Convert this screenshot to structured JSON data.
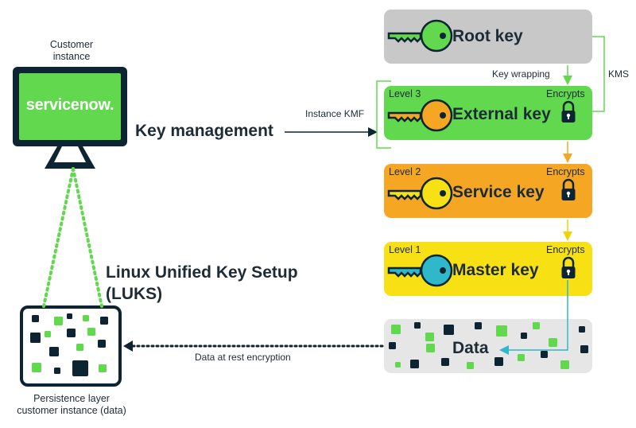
{
  "customer": {
    "caption": "Customer\ninstance",
    "logo": "servicenow."
  },
  "labels": {
    "key_management": "Key management",
    "luks_line1": "Linux Unified Key Setup",
    "luks_line2": "(LUKS)",
    "instance_kmf": "Instance KMF",
    "key_wrapping": "Key wrapping",
    "kms": "KMS",
    "data_at_rest": "Data at rest encryption",
    "persistence": "Persistence layer\ncustomer instance (data)"
  },
  "keys": {
    "root": {
      "name": "Root key",
      "color": "#c8c8c8",
      "key_color": "#62d84e"
    },
    "external": {
      "name": "External key",
      "level": "Level 3",
      "encrypts": "Encrypts",
      "color": "#62d84e",
      "key_color": "#f5a623"
    },
    "service": {
      "name": "Service key",
      "level": "Level 2",
      "encrypts": "Encrypts",
      "color": "#f5a623",
      "key_color": "#f7e014"
    },
    "master": {
      "name": "Master key",
      "level": "Level 1",
      "encrypts": "Encrypts",
      "color": "#f7e014",
      "key_color": "#2fb8c9"
    }
  },
  "data_box": {
    "label": "Data",
    "color": "#e6e6e6"
  },
  "colors": {
    "dark": "#0d2433",
    "green": "#62d84e",
    "orange": "#f5a623",
    "yellow": "#f7e014",
    "teal": "#2fb8c9"
  },
  "icons": [
    "monitor-icon",
    "key-icon",
    "lock-icon",
    "storage-grid-icon"
  ]
}
